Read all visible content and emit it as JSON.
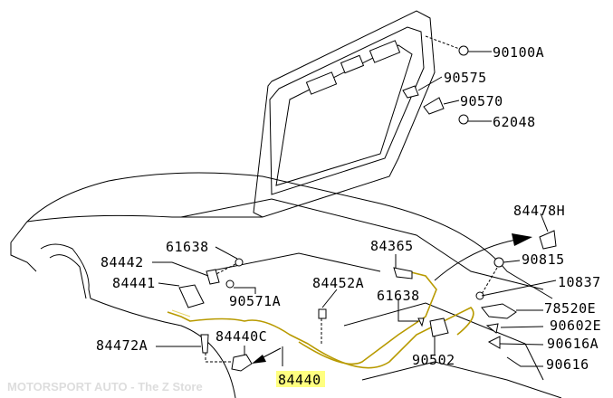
{
  "diagram": {
    "labels": {
      "p90100A": "90100A",
      "p90575": "90575",
      "p90570": "90570",
      "p62048": "62048",
      "p84478H": "84478H",
      "p84365": "84365",
      "p90815": "90815",
      "p84442": "84442",
      "p61638a": "61638",
      "p84441": "84441",
      "p84452A": "84452A",
      "p10837": "10837",
      "p90571A": "90571A",
      "p61638b": "61638",
      "p78520E": "78520E",
      "p90602E": "90602E",
      "p84472A": "84472A",
      "p84440C": "84440C",
      "p90616A": "90616A",
      "p90502": "90502",
      "p90616": "90616",
      "p84440": "84440"
    },
    "highlight_color": "#ffff80",
    "cable_color": "#b89a00"
  },
  "watermark": "MOTORSPORT AUTO - The Z Store"
}
